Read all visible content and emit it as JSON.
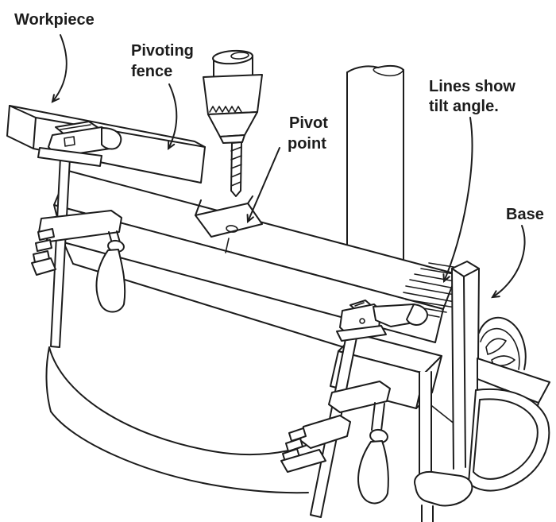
{
  "colors": {
    "ink": "#1c1c1c",
    "paper": "#ffffff"
  },
  "labels": {
    "workpiece": "Workpiece",
    "pivoting_fence": {
      "line1": "Pivoting",
      "line2": "fence"
    },
    "pivot_point": {
      "line1": "Pivot",
      "line2": "point"
    },
    "tilt_lines": {
      "line1": "Lines show",
      "line2": "tilt angle."
    },
    "base": "Base"
  }
}
